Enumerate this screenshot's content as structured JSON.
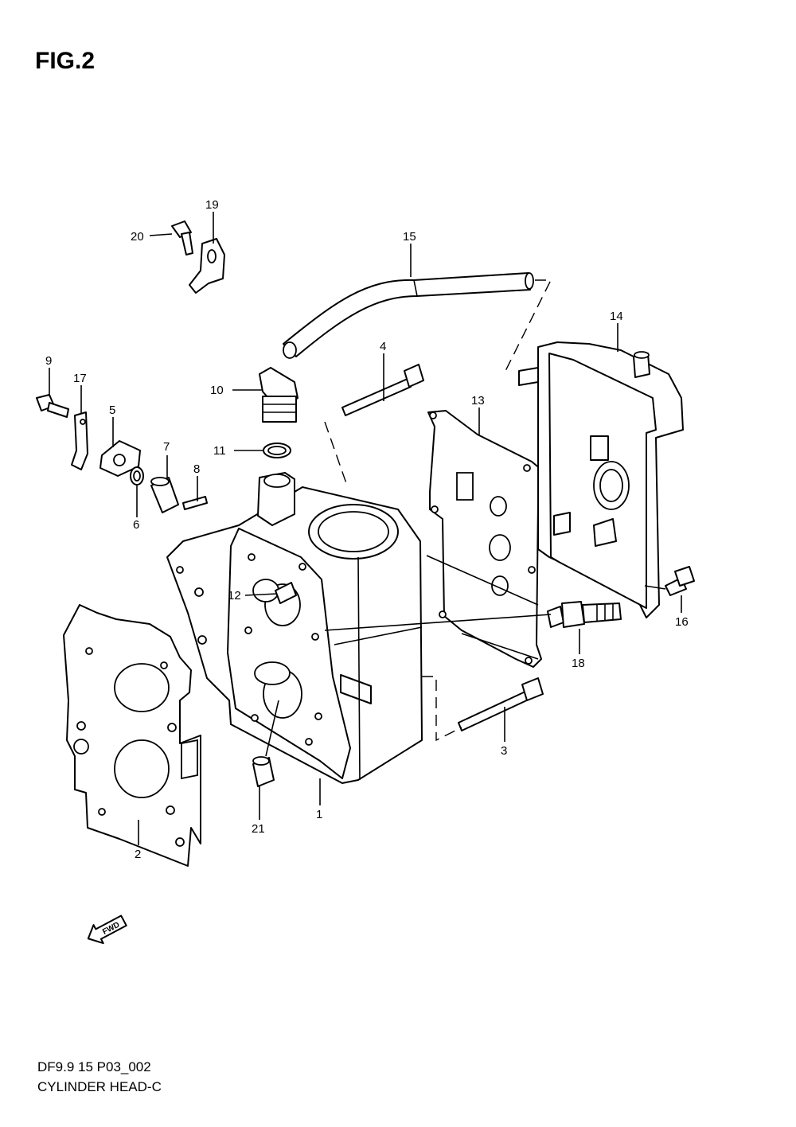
{
  "figure": {
    "title": "FIG.2",
    "code": "DF9.9 15 P03_002",
    "name": "CYLINDER HEAD-C",
    "fwd_label": "FWD"
  },
  "callouts": [
    {
      "id": "1",
      "label": "1"
    },
    {
      "id": "2",
      "label": "2"
    },
    {
      "id": "3",
      "label": "3"
    },
    {
      "id": "4",
      "label": "4"
    },
    {
      "id": "5",
      "label": "5"
    },
    {
      "id": "6",
      "label": "6"
    },
    {
      "id": "7",
      "label": "7"
    },
    {
      "id": "8",
      "label": "8"
    },
    {
      "id": "9",
      "label": "9"
    },
    {
      "id": "10",
      "label": "10"
    },
    {
      "id": "11",
      "label": "11"
    },
    {
      "id": "12",
      "label": "12"
    },
    {
      "id": "13",
      "label": "13"
    },
    {
      "id": "14",
      "label": "14"
    },
    {
      "id": "15",
      "label": "15"
    },
    {
      "id": "16",
      "label": "16"
    },
    {
      "id": "17",
      "label": "17"
    },
    {
      "id": "18",
      "label": "18"
    },
    {
      "id": "19",
      "label": "19"
    },
    {
      "id": "20",
      "label": "20"
    },
    {
      "id": "21",
      "label": "21"
    }
  ]
}
